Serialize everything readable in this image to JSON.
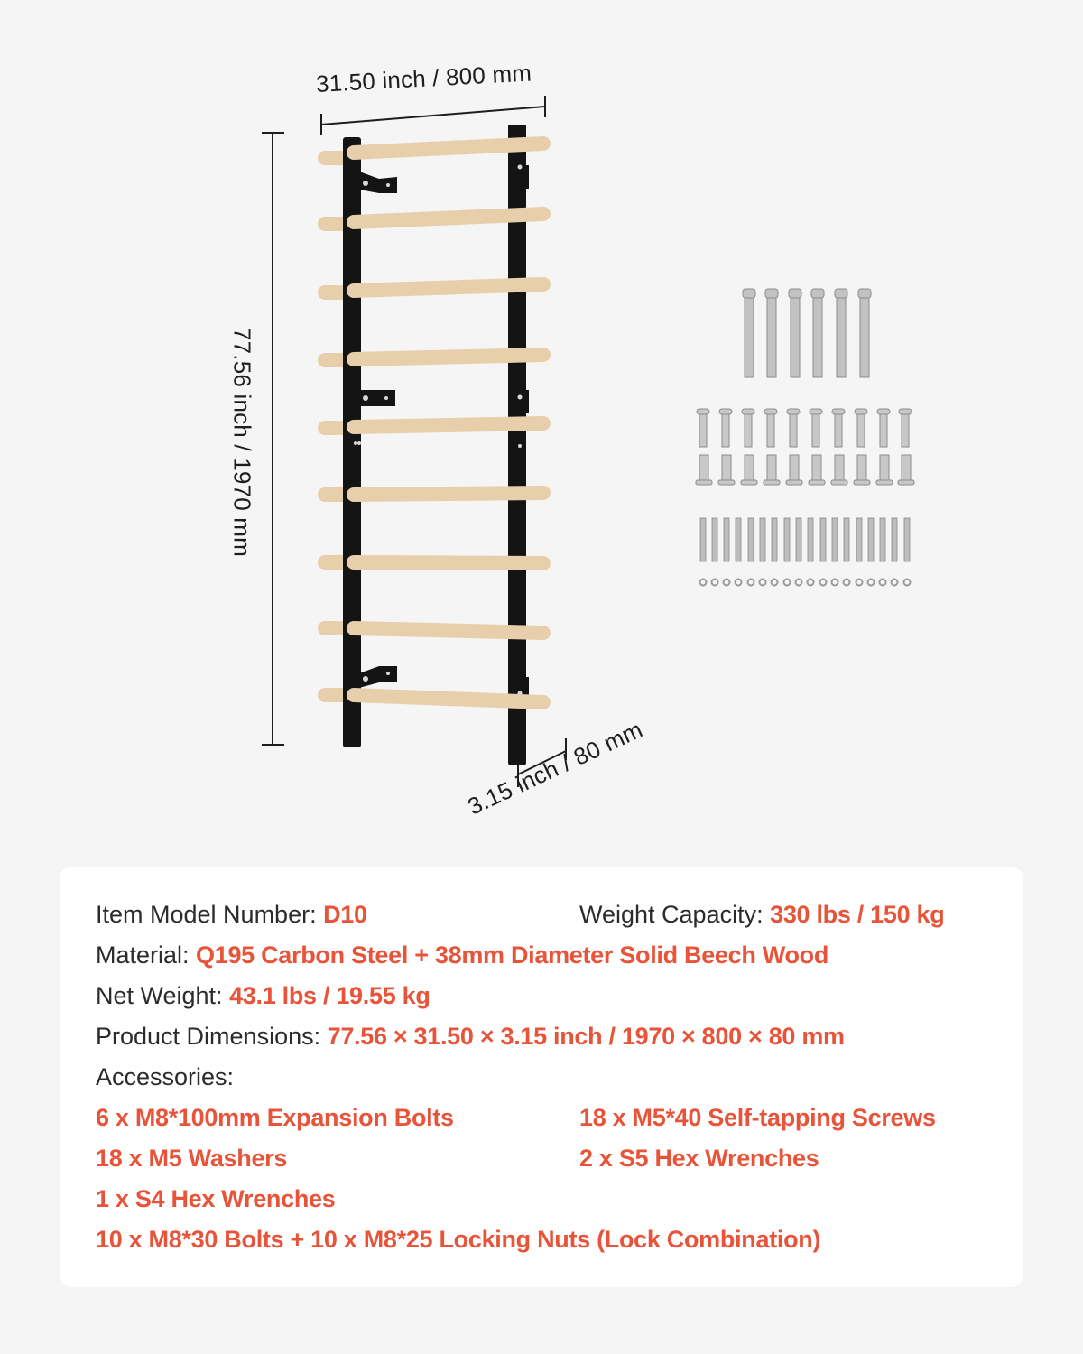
{
  "diagram": {
    "width_label": "31.50 inch / 800 mm",
    "height_label": "77.56 inch / 1970 mm",
    "depth_label": "3.15 inch / 80 mm",
    "rung_count": 9,
    "colors": {
      "frame": "#141414",
      "wood": "#e8cfac",
      "hardware": "#b8b8b8",
      "line": "#1e1e1e"
    },
    "hardware_groups": [
      {
        "name": "expansion-bolts",
        "count": 6
      },
      {
        "name": "bolts",
        "count": 10
      },
      {
        "name": "locking-nuts",
        "count": 10
      },
      {
        "name": "self-tapping-screws",
        "count": 18
      },
      {
        "name": "washers",
        "count": 18
      }
    ]
  },
  "specs": {
    "model": {
      "label": "Item Model Number: ",
      "value": "D10"
    },
    "capacity": {
      "label": "Weight Capacity: ",
      "value": "330 lbs / 150 kg"
    },
    "material": {
      "label": "Material: ",
      "value": "Q195 Carbon Steel + 38mm Diameter Solid Beech Wood"
    },
    "net_weight": {
      "label": "Net Weight: ",
      "value": "43.1 lbs / 19.55 kg"
    },
    "dimensions": {
      "label": "Product Dimensions: ",
      "value": "77.56 × 31.50 × 3.15 inch / 1970 × 800 × 80 mm"
    },
    "accessories_label": "Accessories:",
    "accessories": [
      "6 x M8*100mm Expansion Bolts",
      "18 x M5*40 Self-tapping Screws",
      "18 x M5 Washers",
      "2 x S5 Hex Wrenches",
      "1 x S4 Hex Wrenches",
      "10 x M8*30 Bolts + 10 x M8*25 Locking Nuts (Lock Combination)"
    ]
  },
  "colors": {
    "accent": "#e8543a",
    "text": "#2b2b2b",
    "background": "#f5f5f5",
    "card": "#ffffff"
  }
}
